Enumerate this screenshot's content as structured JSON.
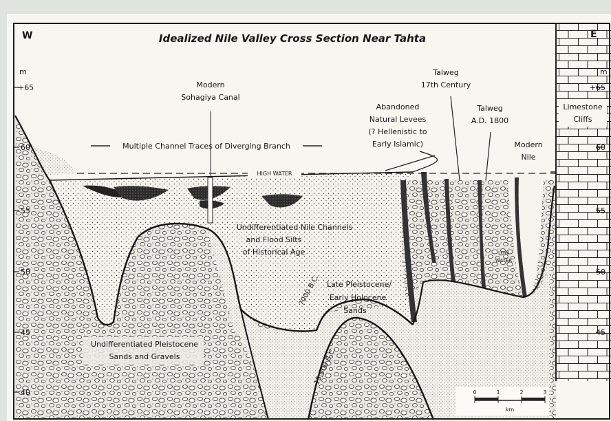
{
  "diagram": {
    "title": "Idealized Nile Valley Cross Section Near Tahta",
    "west": "W",
    "east": "E",
    "unit_left": "m",
    "unit_right": "m",
    "left_elev": [
      "+65",
      "60",
      "55",
      "50",
      "45",
      "40"
    ],
    "right_elev": [
      "+65",
      "60",
      "55",
      "50",
      "45"
    ],
    "labels": {
      "canal_1": "Modern",
      "canal_2": "Sohagiya Canal",
      "channels": "Multiple Channel Traces of Diverging Branch",
      "levees_1": "Abandoned",
      "levees_2": "Natural Levees",
      "levees_3": "(? Hellenistic to",
      "levees_4": "Early Islamic)",
      "talweg17_1": "Talweg",
      "talweg17_2": "17th Century",
      "talweg1800_1": "Talweg",
      "talweg1800_2": "A.D. 1800",
      "nile_1": "Modern",
      "nile_2": "Nile",
      "cliffs_1": "Limestone",
      "cliffs_2": "Cliffs",
      "high_water": "HIGH WATER",
      "low_water_1": "LOW",
      "low_water_2": "WATER",
      "undiff_1": "Undifferentiated Nile Channels",
      "undiff_2": "and Flood Silts",
      "undiff_3": "of Historical Age",
      "late_1": "Late Pleistocene/",
      "late_2": "Early Holocene",
      "late_3": "Sands",
      "pleist_1": "Undifferentiated Pleistocene",
      "pleist_2": "Sands and Gravels",
      "bc7000": "7000 B.C.",
      "bc15000": "15,000 B.C."
    },
    "scale": {
      "ticks": [
        "0",
        "1",
        "2",
        "3"
      ],
      "unit": "km"
    }
  }
}
